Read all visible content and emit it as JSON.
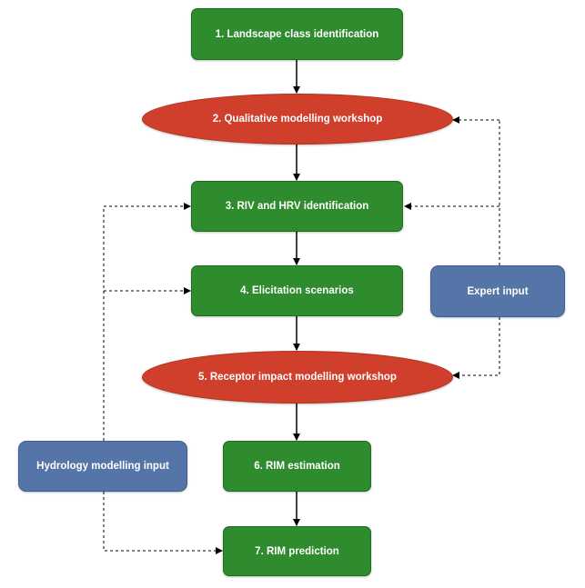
{
  "nodes": {
    "n1": "1. Landscape class identification",
    "n2": "2. Qualitative modelling workshop",
    "n3": "3. RIV and HRV identification",
    "n4": "4. Elicitation scenarios",
    "n5": "5. Receptor impact modelling workshop",
    "n6": "6. RIM estimation",
    "n7": "7. RIM prediction",
    "expert": "Expert input",
    "hydrology": "Hydrology modelling input"
  },
  "colors": {
    "process": "#2e8b2e",
    "workshop": "#cf3f2c",
    "input": "#5574a8",
    "arrow": "#000000"
  }
}
